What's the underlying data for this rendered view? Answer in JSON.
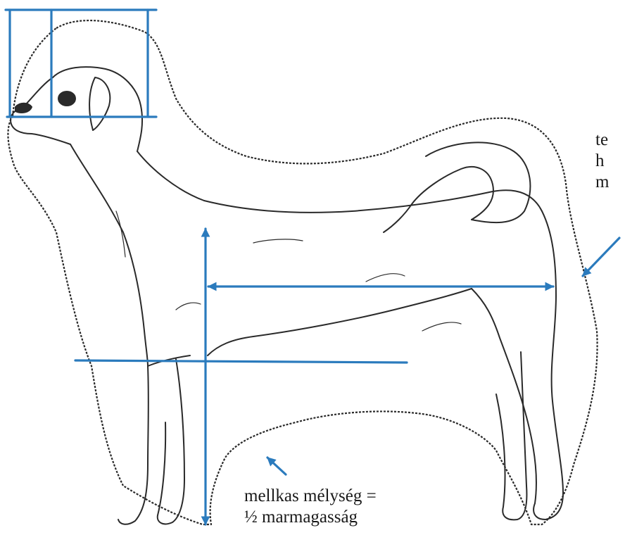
{
  "annotations": {
    "right_label": [
      "te",
      "h",
      "m"
    ],
    "bottom_label": [
      "mellkas mélység =",
      "½ marmagasság"
    ]
  },
  "colors": {
    "guide_line": "#2b7bbd",
    "sketch": "#2a2a2a",
    "background": "#ffffff"
  }
}
